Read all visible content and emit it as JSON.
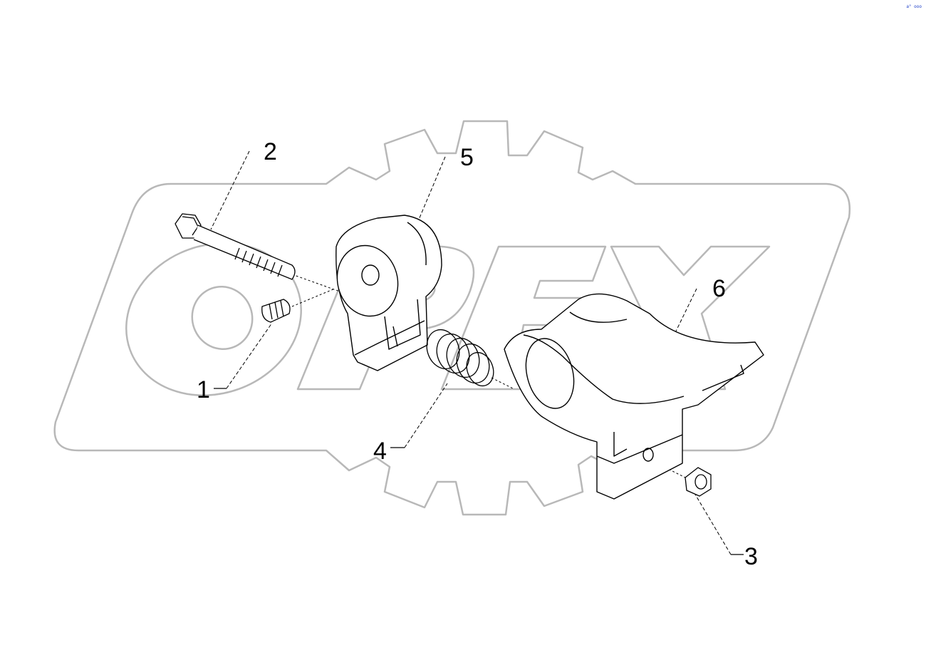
{
  "diagram": {
    "watermark": {
      "text": "OPEX",
      "color": "#b8b8b8"
    },
    "corner_code": "a° ooo",
    "callouts": [
      {
        "id": "1",
        "label": "1"
      },
      {
        "id": "2",
        "label": "2"
      },
      {
        "id": "3",
        "label": "3"
      },
      {
        "id": "4",
        "label": "4"
      },
      {
        "id": "5",
        "label": "5"
      },
      {
        "id": "6",
        "label": "6"
      }
    ],
    "colors": {
      "line": "#000000",
      "watermark": "#b8b8b8",
      "background": "#ffffff"
    }
  }
}
